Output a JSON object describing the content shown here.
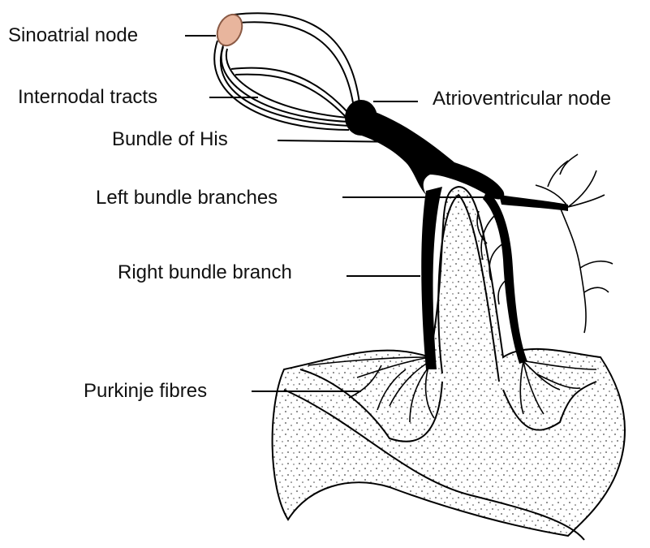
{
  "diagram": {
    "labels": {
      "sinoatrial_node": "Sinoatrial node",
      "internodal_tracts": "Internodal tracts",
      "atrioventricular_node": "Atrioventricular node",
      "bundle_of_his": "Bundle of His",
      "left_bundle_branches": "Left bundle branches",
      "right_bundle_branch": "Right bundle branch",
      "purkinje_fibres": "Purkinje fibres"
    },
    "colors": {
      "sa_node_fill": "#e8b59d",
      "sa_node_stroke": "#8a5a45",
      "conduction": "#000000",
      "tissue_fill": "#ffffff",
      "stipple": "#444444"
    }
  }
}
